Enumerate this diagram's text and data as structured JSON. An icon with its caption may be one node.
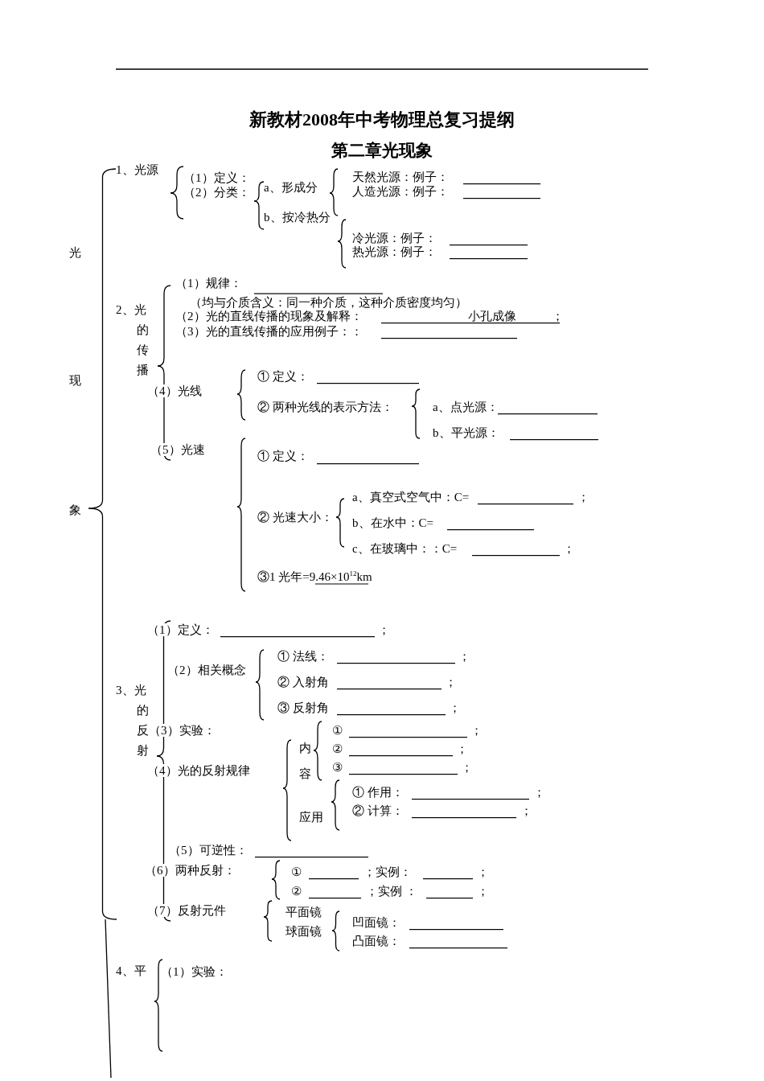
{
  "diagram": {
    "title": "新教材2008年中考物理总复习提纲",
    "labels": [
      "第二章光现象",
      "光现象",
      "1、光源",
      "（1）定义：",
      "（2）分类：",
      "a、形成分",
      "b、按冷热分",
      "天然光源：例子：",
      "人造光源：例子：",
      "冷光源：例子：",
      "热光源：例子：",
      "2、光的传播",
      "（1）规律：",
      "（均与介质含义：同一种介质，这种介质密度均匀）",
      "（2）光的直线传播的现象及解释：",
      "小孔成像",
      "；",
      "（3）光的直线传播的应用例子：：",
      "（4）光线",
      "① 定义：",
      "② 两种光线的表示方法：",
      "a、点光源：",
      "b、平光源：",
      "（5）光速",
      "① 定义：",
      "② 光速大小：",
      "a、真空式空气中：C=",
      "；",
      "b、在水中：C=",
      "c、在玻璃中：：C=",
      "；",
      "③1 光年=9.46×10$^{12}$km",
      "（1）定义：",
      "；",
      "（2）相关概念",
      "① 法线：",
      "；",
      "② 入射角",
      "；",
      "③ 反射角",
      "；",
      "3、光的反射",
      "（3）实验：",
      "内容",
      "①",
      "；",
      "②",
      "；",
      "③",
      "；",
      "（4）光的反射规律",
      "① 作用：",
      "；",
      "② 计算：",
      "；",
      "应用",
      "（5）可逆性：",
      "（6）两种反射：",
      "①",
      "；实例：",
      "；",
      "②",
      "；实例 ：",
      "；",
      "（7）反射元件",
      "平面镜",
      "球面镜",
      "凹面镜：",
      "凸面镜：",
      "4、平",
      "（1）实验："
    ]
  }
}
